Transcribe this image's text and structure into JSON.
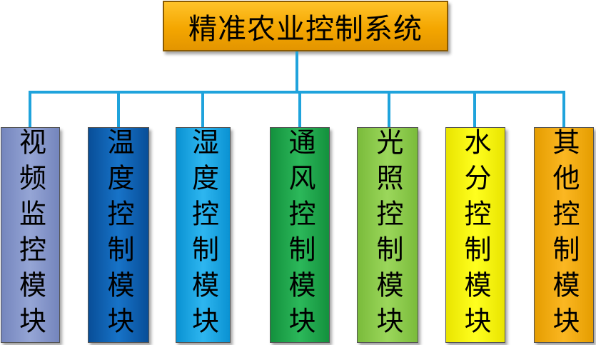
{
  "root": {
    "label": "精准农业控制系统",
    "color": "#f4a600"
  },
  "modules": [
    {
      "id": "video",
      "label": "视频监控模块",
      "color": "#8495c8"
    },
    {
      "id": "temp",
      "label": "温度控制模块",
      "color": "#0b5cad"
    },
    {
      "id": "humid",
      "label": "湿度控制模块",
      "color": "#12a3e3"
    },
    {
      "id": "vent",
      "label": "通风控制模块",
      "color": "#1ea34a"
    },
    {
      "id": "light",
      "label": "光照控制模块",
      "color": "#8ccb4b"
    },
    {
      "id": "water",
      "label": "水分控制模块",
      "color": "#f7f300"
    },
    {
      "id": "other",
      "label": "其他控制模块",
      "color": "#f2a800"
    }
  ]
}
